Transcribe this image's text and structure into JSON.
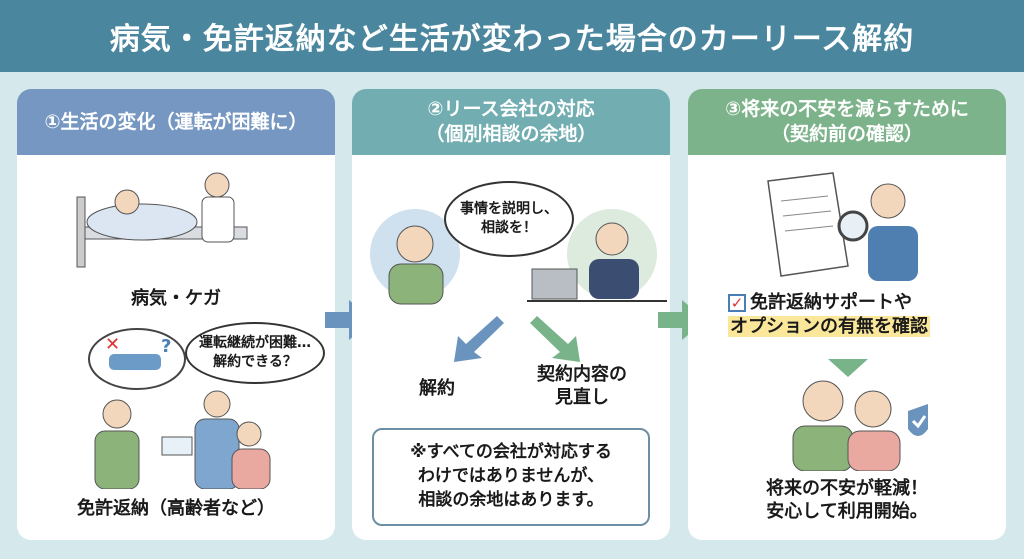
{
  "title": "病気・免許返納など生活が変わった場合のカーリース解約",
  "panels": [
    {
      "header": [
        "①生活の変化（運転が困難に）"
      ],
      "color": "#7597c2",
      "illness_label": "病気・ケガ",
      "bubble": [
        "運転継続が困難…",
        "解約できる？"
      ],
      "license_label": "免許返納（高齢者など）"
    },
    {
      "header": [
        "②リース会社の対応",
        "（個別相談の余地）"
      ],
      "color": "#72adb1",
      "bubble": [
        "事情を説明し、",
        "相談を！"
      ],
      "option_cancel": "解約",
      "option_review": [
        "契約内容の",
        "見直し"
      ],
      "note": [
        "※すべての会社が対応する",
        "わけではありませんが、",
        "相談の余地はあります。"
      ]
    },
    {
      "header": [
        "③将来の不安を減らすために",
        "（契約前の確認）"
      ],
      "color": "#7db38a",
      "check": [
        "免許返納サポートや",
        "オプションの有無を確認"
      ],
      "result": [
        "将来の不安が軽減！",
        "安心して利用開始。"
      ]
    }
  ],
  "colors": {
    "title_bg": "#4a869e",
    "bg": "#d5e8ec",
    "arrow_blue": "#6a93bd",
    "arrow_green": "#78b389"
  }
}
